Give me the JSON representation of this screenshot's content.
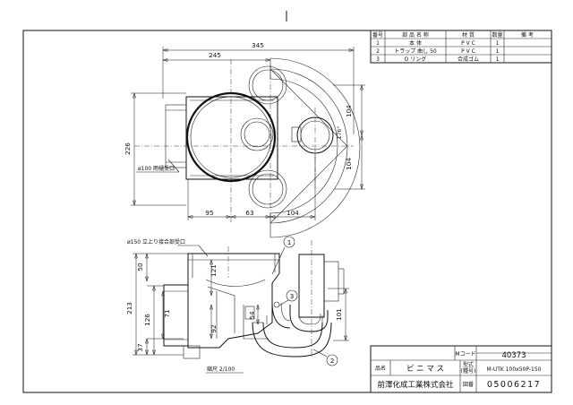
{
  "parts_table": {
    "headers": {
      "no": "番号",
      "name": "部 品 名 称",
      "material": "材 質",
      "qty": "数量",
      "remarks": "備 考"
    },
    "rows": [
      {
        "no": "1",
        "name": "本 体",
        "material": "P V C",
        "qty": "1"
      },
      {
        "no": "2",
        "name": "トラップ 曲し 50",
        "material": "P V C",
        "qty": "1"
      },
      {
        "no": "3",
        "name": "O リング",
        "material": "合成ゴム",
        "qty": "1"
      }
    ]
  },
  "plan_view": {
    "dims": {
      "overall_width": "345",
      "inlet_to_outlet": "245",
      "height": "226",
      "d95": "95",
      "d63": "63",
      "d104_bottom": "104",
      "d104_upper": "104",
      "d104_lower": "104",
      "angle": "176°"
    },
    "label_inlet": "ø100 雨樋受口"
  },
  "section_view": {
    "label_top": "ø150 立上り接合部受口",
    "dims": {
      "d50": "50",
      "d121": "121",
      "d213": "213",
      "d126": "126",
      "d71": "71",
      "d37": "37",
      "d92": "92",
      "d54": "54",
      "d101": "101"
    },
    "balloons": [
      "1",
      "2",
      "3"
    ]
  },
  "scale": "縮尺 2/100",
  "title_block": {
    "m_code_label": "Mコード",
    "m_code": "40373",
    "product_name_label": "品名",
    "product_name": "ビ ニ マ ス",
    "model_label_1": "型式",
    "model_label_2": "(種号)",
    "model": "M-UTK 100x50P-150",
    "company": "前澤化成工業株式会社",
    "drawing_no_label": "図番",
    "drawing_no": "05006217"
  }
}
